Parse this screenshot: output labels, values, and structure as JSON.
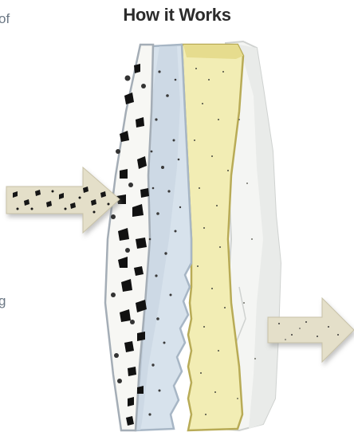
{
  "title": "How it Works",
  "cutoff_text": {
    "top_fragment": "of",
    "middle_fragment": "g"
  },
  "icons": {
    "input_arrow": "right-arrow-icon",
    "output_arrow": "right-arrow-icon"
  },
  "colors": {
    "title": "#2b2b2b",
    "cutoff_text": "#6b7784",
    "arrow_fill": "#e4dfc9",
    "coarse_layer": "#f7f7f4",
    "blue_layer": "#d7e2ec",
    "yellow_layer": "#f2edb4",
    "white_layer": "#f4f5f3"
  }
}
